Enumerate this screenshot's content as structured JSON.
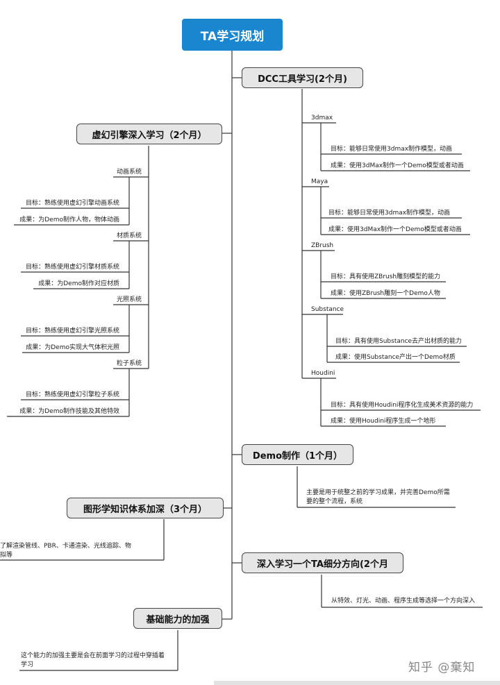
{
  "root": {
    "title": "TA学习规划"
  },
  "dcc": {
    "title": "DCC工具学习(2个月)",
    "tools": [
      {
        "name": "3dmax",
        "goal": "目标：能够日常使用3dmax制作模型，动画",
        "result": "成果：使用3dMax制作一个Demo模型或者动画"
      },
      {
        "name": "Maya",
        "goal": "目标：能够日常使用3dmax制作模型，动画",
        "result": "成果：使用3dMax制作一个Demo模型或者动画"
      },
      {
        "name": "ZBrush",
        "goal": "目标：具有使用ZBrush雕刻模型的能力",
        "result": "成果：使用ZBrush雕刻一个Demo人物"
      },
      {
        "name": "Substance",
        "goal": "目标：具有使用Substance去产出材质的能力",
        "result": "成果：使用Substance产出一个Demo材质"
      },
      {
        "name": "Houdini",
        "goal": "目标：具有使用Houdini程序化生成美术资源的能力",
        "result": "成果：使用Houdini程序生成一个地形"
      }
    ]
  },
  "unreal": {
    "title": "虚幻引擎深入学习（2个月）",
    "systems": [
      {
        "name": "动画系统",
        "goal": "目标：熟练使用虚幻引擎动画系统",
        "result": "成果：为Demo制作人物，物体动画"
      },
      {
        "name": "材质系统",
        "goal": "目标：熟练使用虚幻引擎材质系统",
        "result": "成果：为Demo制作对应材质"
      },
      {
        "name": "光照系统",
        "goal": "目标：熟练使用虚幻引擎光照系统",
        "result": "成果：为Demo实现大气体积光照"
      },
      {
        "name": "粒子系统",
        "goal": "目标：熟练使用虚幻引擎粒子系统",
        "result": "成果：为Demo制作技能及其他特效"
      }
    ]
  },
  "demo": {
    "title": "Demo制作（1个月）",
    "note_line1": "主要是用于统整之前的学习成果，并完善Demo所需",
    "note_line2": "要的整个流程，系统"
  },
  "graphics": {
    "title": "图形学知识体系加深（3个月）",
    "note_line1": "了解渲染管线、PBR、卡通渲染、光线追踪、物",
    "note_line2": "拟等"
  },
  "ta": {
    "title": "深入学习一个TA细分方向(2个月",
    "note": "从特效、灯光、动画、程序生成等选择一个方向深入"
  },
  "basic": {
    "title": "基础能力的加强",
    "note_line1": "这个能力的加强主要是会在前面学习的过程中穿插着",
    "note_line2": "学习"
  },
  "watermark": "知乎 @棄知",
  "colors": {
    "root": "#1a86cf",
    "node_fill": "#e6e6e6",
    "line": "#333333"
  }
}
